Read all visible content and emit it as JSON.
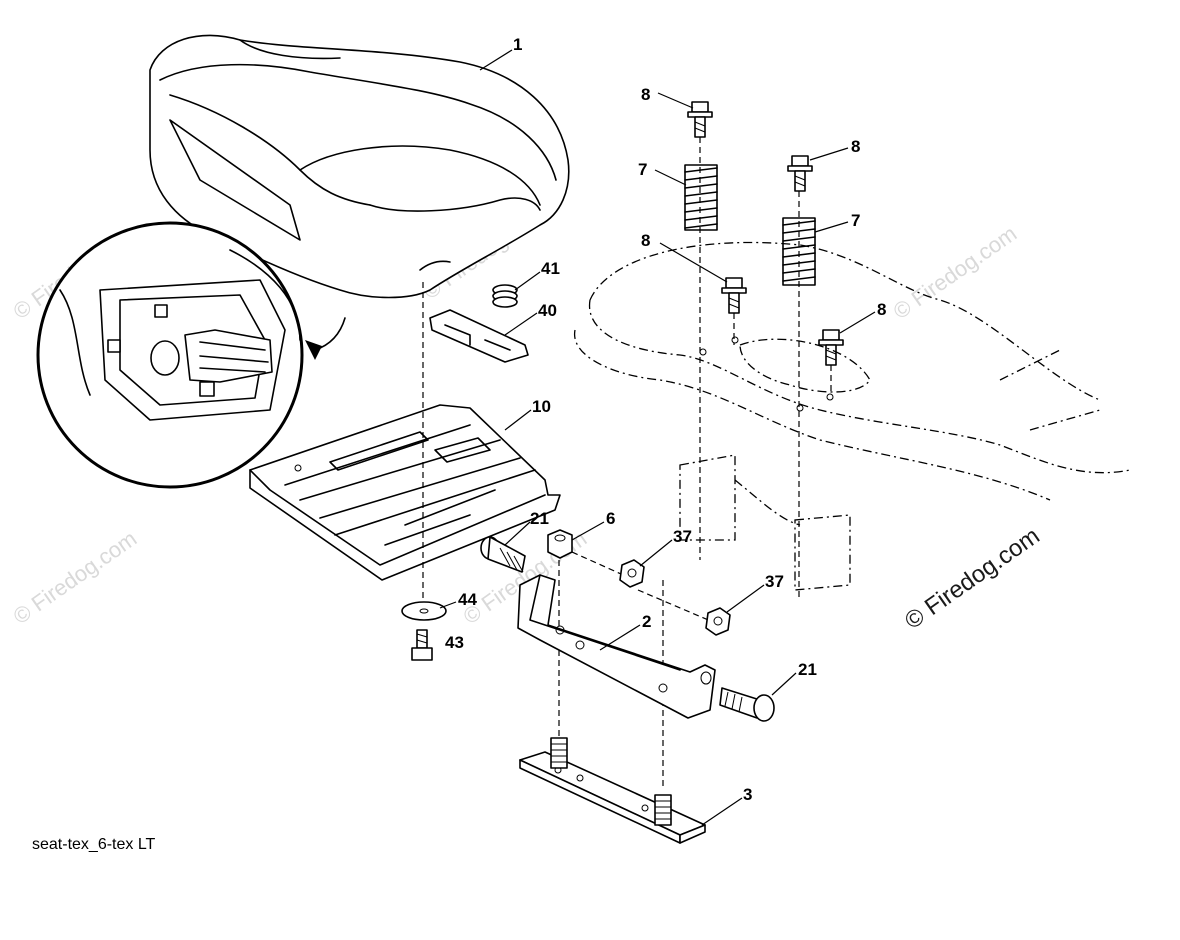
{
  "diagram": {
    "caption": "seat-tex_6-tex LT",
    "watermark_main": "© Firedog.com",
    "watermark_faint": "© Firedog.com",
    "callouts": [
      {
        "id": "1",
        "label": "1"
      },
      {
        "id": "41",
        "label": "41"
      },
      {
        "id": "40",
        "label": "40"
      },
      {
        "id": "10",
        "label": "10"
      },
      {
        "id": "21a",
        "label": "21"
      },
      {
        "id": "6",
        "label": "6"
      },
      {
        "id": "44",
        "label": "44"
      },
      {
        "id": "43",
        "label": "43"
      },
      {
        "id": "2",
        "label": "2"
      },
      {
        "id": "3",
        "label": "3"
      },
      {
        "id": "21b",
        "label": "21"
      },
      {
        "id": "37a",
        "label": "37"
      },
      {
        "id": "37b",
        "label": "37"
      },
      {
        "id": "8a",
        "label": "8"
      },
      {
        "id": "8b",
        "label": "8"
      },
      {
        "id": "8c",
        "label": "8"
      },
      {
        "id": "8d",
        "label": "8"
      },
      {
        "id": "7a",
        "label": "7"
      },
      {
        "id": "7b",
        "label": "7"
      }
    ]
  }
}
